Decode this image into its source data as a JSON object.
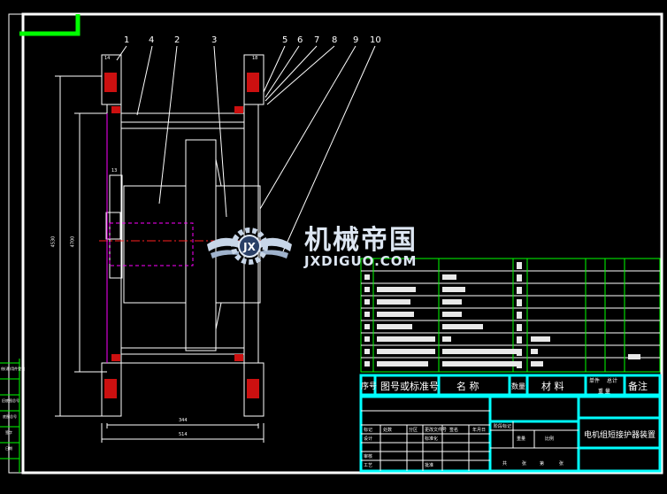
{
  "part_callouts": [
    "1",
    "4",
    "2",
    "3",
    "5",
    "6",
    "7",
    "8",
    "9",
    "10"
  ],
  "dimensions": {
    "top_left_small": "14",
    "top_right_small": "18",
    "left_mid_small": "13",
    "vertical_outer": "4530",
    "vertical_inner": "4700",
    "bottom_inner": "344",
    "bottom_outer": "514"
  },
  "watermark": {
    "cn": "机械帝国",
    "en": "JXDIGUO.COM"
  },
  "title_block": {
    "header": {
      "col_seq": "序号",
      "col_drawing_no": "图号或标准号",
      "col_name": "名  称",
      "col_qty": "数量",
      "col_material": "材  料",
      "col_unit_total_1": "单件",
      "col_unit_total_2": "总计",
      "col_weight": "重 量",
      "col_remark": "备注"
    },
    "drawing_title": "电机组短接护器装置",
    "left_labels": [
      "标记",
      "设计",
      "审核",
      "工艺"
    ],
    "change_labels": [
      "处数",
      "分区",
      "更改文件号",
      "签名",
      "年月日"
    ],
    "mid_labels": [
      "标准化",
      "批准"
    ],
    "stage_labels": [
      "阶段标记",
      "重量",
      "比例"
    ],
    "sheet_labels": [
      "共",
      "张",
      "第",
      "张"
    ]
  },
  "side_labels": [
    "借(通)用件登记",
    "旧底图总号",
    "底图总号",
    "签字",
    "日期"
  ],
  "colors": {
    "frame": "#ffffff",
    "green": "#00ff00",
    "cyan": "#00ffff",
    "magenta": "#ff00ff",
    "red": "#ff2020",
    "dim": "#00d000"
  }
}
